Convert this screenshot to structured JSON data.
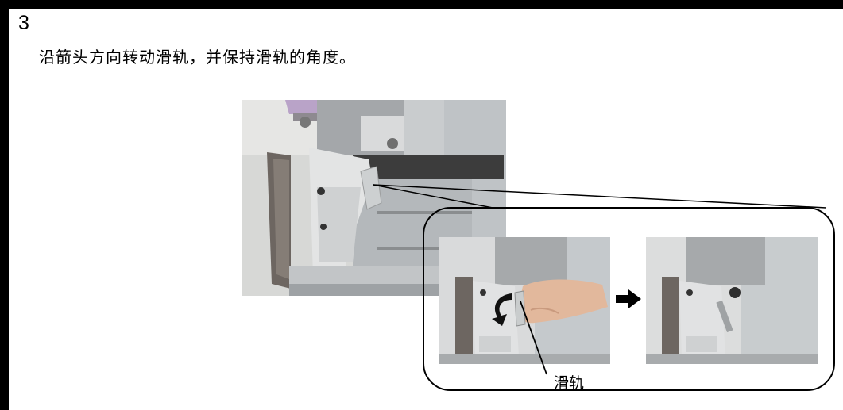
{
  "step": {
    "number": "3",
    "instruction": "沿箭头方向转动滑轨，并保持滑轨的角度。"
  },
  "callout": {
    "label": "滑轨"
  },
  "icons": {
    "step_arrow": "right-arrow-icon",
    "rotate_arrow": "curved-arrow-icon"
  },
  "colors": {
    "border": "#000000",
    "background": "#ffffff"
  }
}
